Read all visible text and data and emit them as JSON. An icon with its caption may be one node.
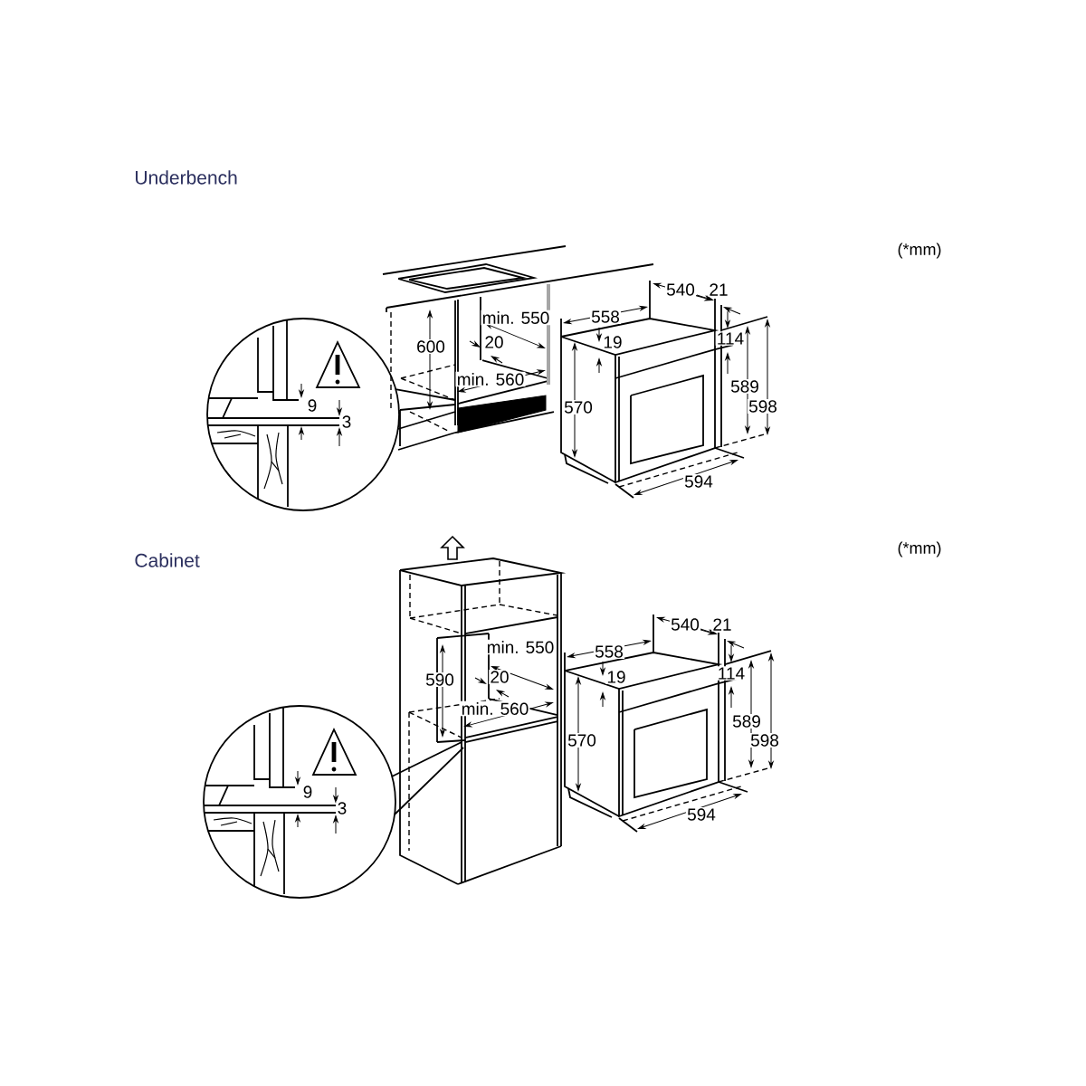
{
  "diagram": {
    "labels": [
      "Underbench",
      "(*mm)",
      "540",
      "21",
      "min. 550",
      "558",
      "600",
      "20",
      "19",
      "114",
      "min. 560",
      "589",
      "9",
      "570",
      "598",
      "3",
      "594",
      "Cabinet",
      "(*mm)",
      "540",
      "21",
      "min. 550",
      "558",
      "590",
      "20",
      "19",
      "114",
      "min. 560",
      "589",
      "570",
      "598",
      "9",
      "3",
      "594"
    ]
  }
}
